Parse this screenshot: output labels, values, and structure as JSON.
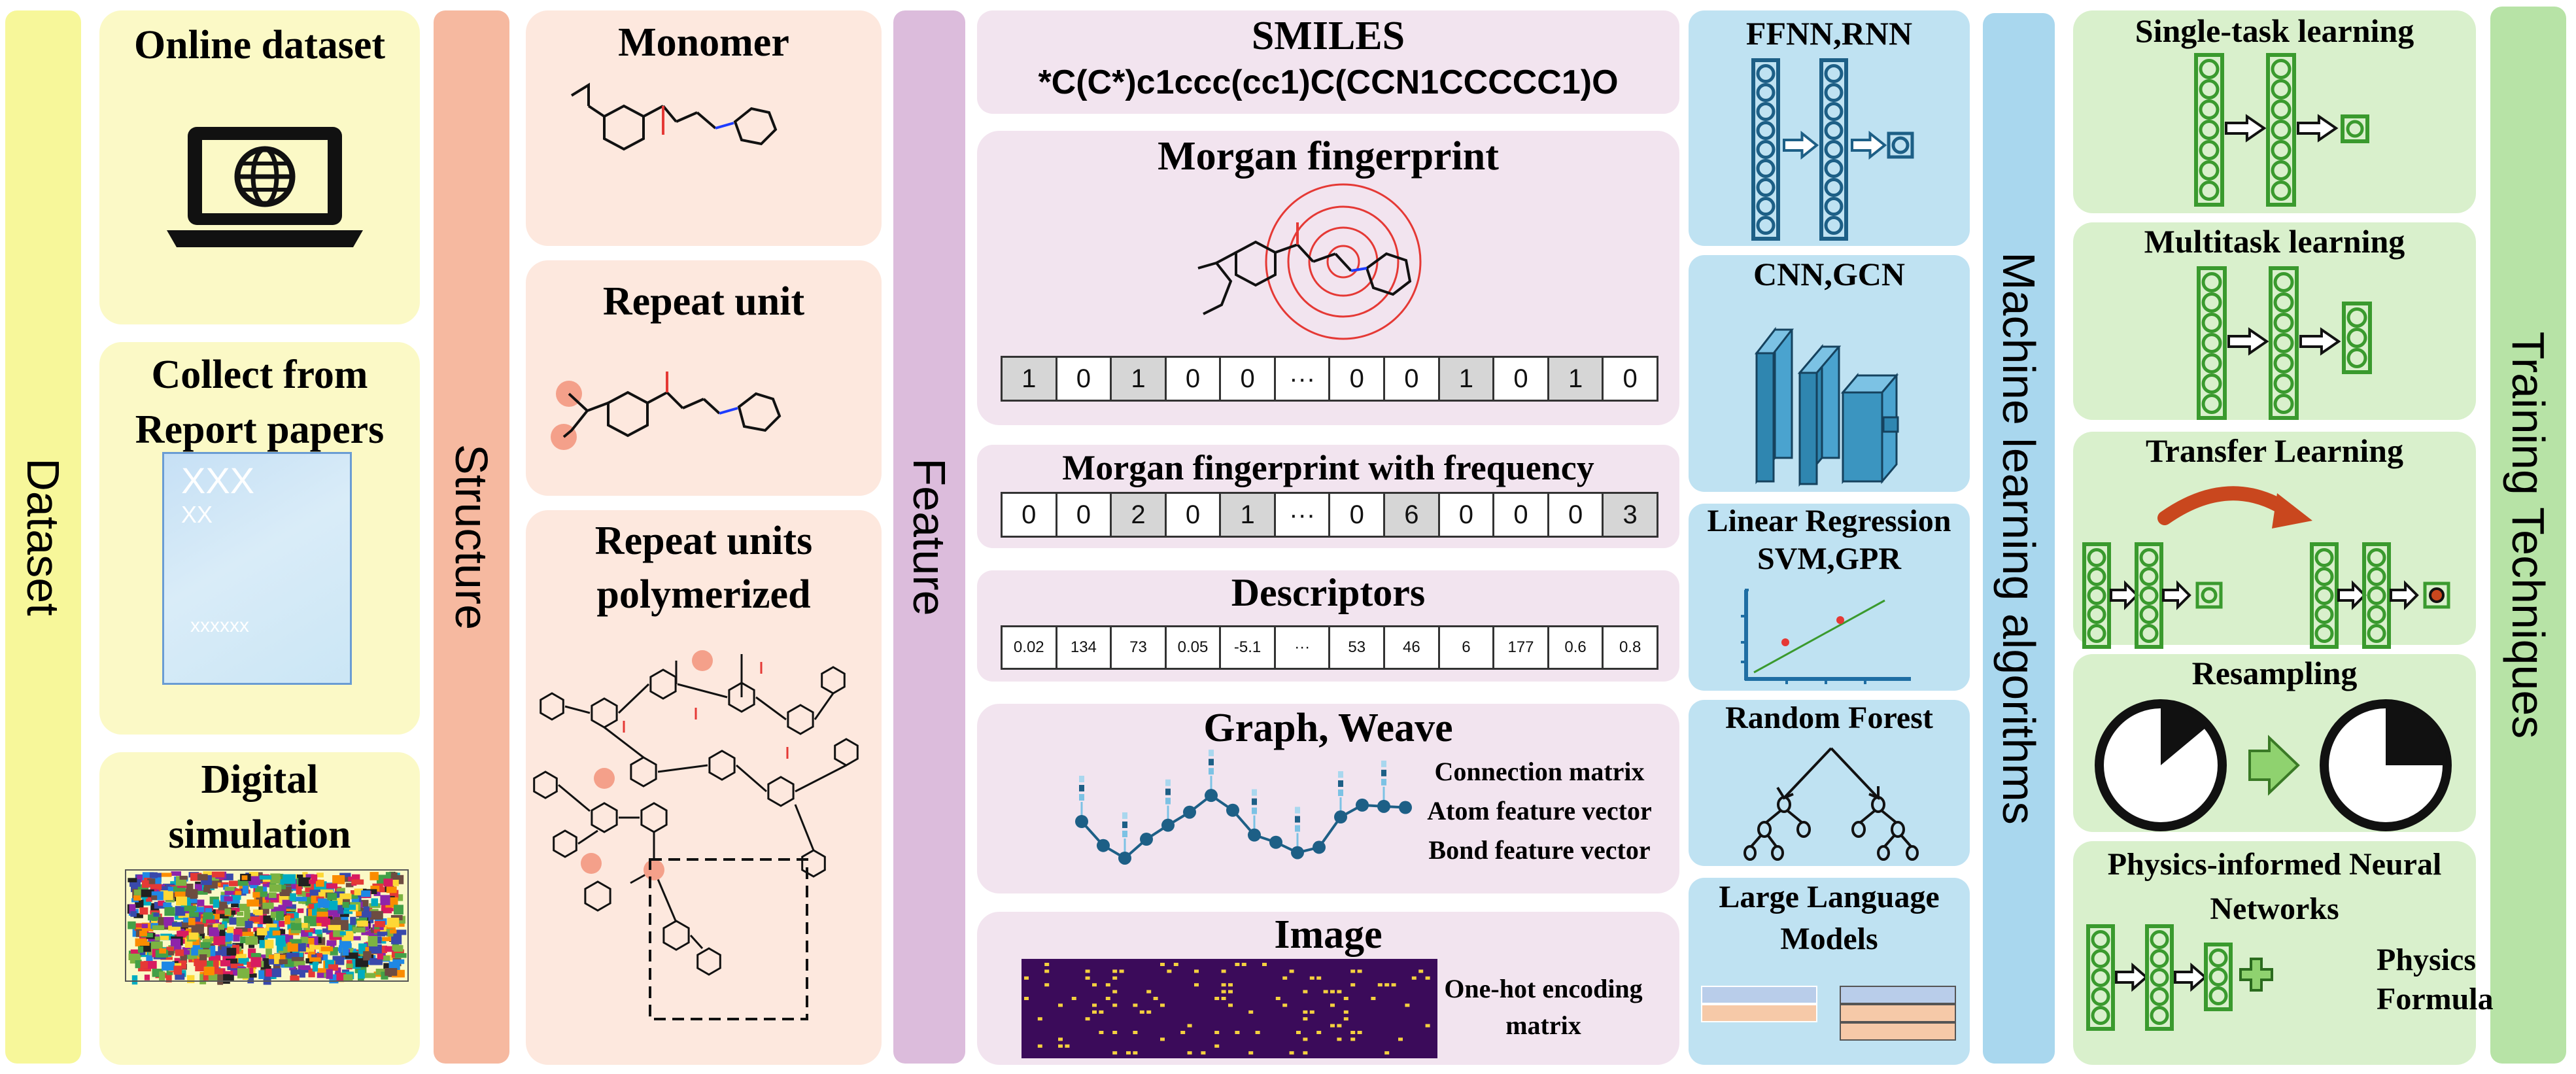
{
  "columns": {
    "dataset": {
      "label": "Dataset",
      "color": "#f7f79a"
    },
    "structure": {
      "label": "Structure",
      "color": "#f6b9a0"
    },
    "feature": {
      "label": "Feature",
      "color": "#dcbcdc"
    },
    "ml": {
      "label": "Machine learning algorithms",
      "color": "#a9d7ee"
    },
    "training": {
      "label": "Training Techniques",
      "color": "#b7e3a6"
    }
  },
  "dataset": {
    "online": "Online dataset",
    "collect": "Collect from Report papers",
    "paper_lines": [
      "XXX",
      "XX",
      "xxxxxx"
    ],
    "simulation": "Digital simulation",
    "icons": [
      "laptop-globe-icon",
      "paper-document-icon",
      "simulation-box-icon"
    ]
  },
  "structure": {
    "monomer": "Monomer",
    "repeat_unit": "Repeat unit",
    "polymerized": "Repeat units polymerized"
  },
  "feature": {
    "smiles_title": "SMILES",
    "smiles_string": "*C(C*)c1ccc(cc1)C(CCN1CCCCC1)O",
    "morgan_title": "Morgan fingerprint",
    "morgan_bits": [
      "1",
      "0",
      "1",
      "0",
      "0",
      "···",
      "0",
      "0",
      "1",
      "0",
      "1",
      "0"
    ],
    "morgan_freq_title": "Morgan fingerprint with frequency",
    "morgan_freq_bits": [
      "0",
      "0",
      "2",
      "0",
      "1",
      "···",
      "0",
      "6",
      "0",
      "0",
      "0",
      "3"
    ],
    "descriptors_title": "Descriptors",
    "descriptor_values": [
      "0.02",
      "134",
      "73",
      "0.05",
      "-5.1",
      "···",
      "53",
      "46",
      "6",
      "177",
      "0.6",
      "0.8"
    ],
    "graph_title": "Graph, Weave",
    "graph_items": [
      "Connection matrix",
      "Atom feature vector",
      "Bond feature vector"
    ],
    "image_title": "Image",
    "image_caption": "One-hot encoding matrix"
  },
  "ml": {
    "ffnn": "FFNN,RNN",
    "cnn": "CNN,GCN",
    "linear": "Linear Regression SVM,GPR",
    "rf": "Random Forest",
    "llm": "Large Language Models"
  },
  "training": {
    "single": "Single-task learning",
    "multi": "Multitask learning",
    "transfer": "Transfer Learning",
    "resampling": "Resampling",
    "pinn": "Physics-informed Neural Networks",
    "physics_formula": "Physics Formula"
  },
  "colors": {
    "panel_green": "#d9f0cc",
    "panel_blue": "#bfe2f2",
    "panel_pink": "#f2e4ef",
    "panel_peach": "#fde8de",
    "panel_yellow": "#fbf9c6",
    "node_green": "#3a9a2e",
    "node_blue": "#1d5f86"
  }
}
